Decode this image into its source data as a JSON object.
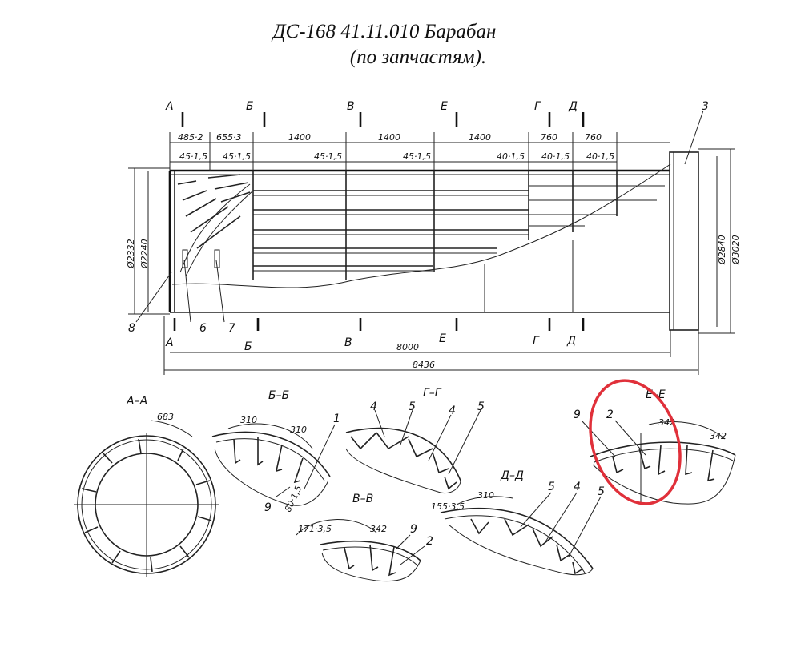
{
  "title": {
    "line1": "ДС-168 41.11.010 Барабан",
    "line2": "(по запчастям)."
  },
  "sections_top": [
    "A",
    "Б",
    "В",
    "Е",
    "Г",
    "Д"
  ],
  "sections_bottom": [
    "A",
    "Б",
    "В",
    "Е",
    "Г",
    "Д"
  ],
  "dims_top": [
    "485·2",
    "655·3",
    "1400",
    "1400",
    "1400",
    "760",
    "760"
  ],
  "dims_second": [
    "45·1,5",
    "45·1,5",
    "45·1,5",
    "45·1,5",
    "40·1,5",
    "40·1,5",
    "40·1,5"
  ],
  "diameters": {
    "left_outer": "Ø2332",
    "left_inner": "Ø2240",
    "right_inner": "Ø2840",
    "right_outer": "Ø3020"
  },
  "overall": {
    "length_8000": "8000",
    "length_8436": "8436"
  },
  "part_numbers_main": [
    "8",
    "6",
    "7",
    "3"
  ],
  "views": {
    "aa": {
      "label": "A–A",
      "dim": "683"
    },
    "bb": {
      "label": "Б–Б",
      "dim1": "310",
      "dim2": "310",
      "dim3": "80·1,5",
      "p1": "1",
      "p9": "9"
    },
    "gg": {
      "label": "Г–Г",
      "p4a": "4",
      "p5a": "5",
      "p4b": "4",
      "p5b": "5"
    },
    "vv": {
      "label": "В–В",
      "dim1": "171·3,5",
      "dim2": "342",
      "p9": "9",
      "p2": "2"
    },
    "dd": {
      "label": "Д–Д",
      "dim1": "155·3,5",
      "dim2": "310",
      "p5a": "5",
      "p4": "4",
      "p5b": "5"
    },
    "ee": {
      "label": "Е–Е",
      "dim1": "342",
      "dim2": "342",
      "p9": "9",
      "p2": "2"
    }
  },
  "highlight_color": "#e0303a"
}
